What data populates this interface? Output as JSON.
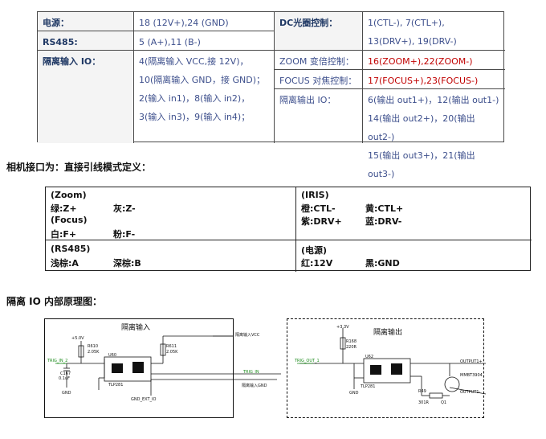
{
  "top_table": {
    "power_label": "电源：",
    "power_value": "18 (12V+),24 (GND)",
    "dc_iris_label": "DC光圈控制：",
    "dc_iris_value_1": "1(CTL-), 7(CTL+),",
    "dc_iris_value_2": "13(DRV+), 19(DRV-)",
    "rs485_label": "RS485:",
    "rs485_value": "5 (A+),11 (B-)",
    "zoom_label": "ZOOM 变倍控制：",
    "zoom_value": "16(ZOOM+),22(ZOOM-)",
    "iso_in_label": "隔离输入 IO：",
    "iso_in_lines": [
      "4(隔离输入 VCC,接 12V)，",
      "10(隔离输入 GND，接 GND)；",
      "2(输入 in1)，8(输入 in2)，",
      "3(输入 in3)，9(输入 in4)；"
    ],
    "focus_label": "FOCUS 对焦控制：",
    "focus_value": "17(FOCUS+),23(FOCUS-)",
    "iso_out_label": "隔离输出 IO：",
    "iso_out_lines": [
      "6(输出 out1+)，12(输出 out1-)",
      "14(输出 out2+)，20(输出 out2-)",
      "15(输出 out3+)，21(输出 out3-)"
    ]
  },
  "heading_camera": "相机接口为：直接引线模式定义：",
  "wire_table": {
    "zoom_title": "(Zoom)",
    "zoom_plus": "绿:Z+",
    "zoom_minus": "灰:Z-",
    "focus_title": "(Focus)",
    "focus_plus": "白:F+",
    "focus_minus": "粉:F-",
    "iris_title": "(IRIS)",
    "iris_ctl_minus": "橙:CTL-",
    "iris_ctl_plus": "黄:CTL+",
    "iris_drv_plus": "紫:DRV+",
    "iris_drv_minus": "蓝:DRV-",
    "rs485_title": "(RS485)",
    "rs485_a": "浅棕:A",
    "rs485_b": "深棕:B",
    "power_title": "(电源)",
    "power_12v": "红:12V",
    "power_gnd": "黑:GND"
  },
  "heading_schematic": "隔离 IO 内部原理图：",
  "schematic": {
    "left_title": "隔离输入",
    "right_title": "隔离输出",
    "left_vcc_label": "隔离输入VCC",
    "left_trig_label": "TRIG_IN",
    "left_gnd_label": "隔离输入GND",
    "left_gnd_ext": "GND_EXT_IO",
    "left_trig_in2": "TRIG_IN_2",
    "left_r_top": "R610",
    "left_r_top_val": "2.05K",
    "left_r_right": "R611",
    "left_r_right_val": "2.05K",
    "left_v": "+5.0V",
    "left_chip": "U60",
    "left_chip_part": "TLP281",
    "left_cap": "C167",
    "left_cap_val": "0.1uF",
    "gnd": "GND",
    "right_v": "+3.3V",
    "right_r_top": "R168",
    "right_r_top_val": "220R",
    "right_trig": "TRIG_OUT_1",
    "right_chip": "U62",
    "right_chip_part": "TLP281",
    "right_r_bottom": "R49",
    "right_r_bottom_val": "301R",
    "right_q": "Q1",
    "right_q_part": "MMBT3904",
    "right_out_plus": "OUTPUT1+",
    "right_out_minus": "OUTPUT1-"
  },
  "colors": {
    "header_text": "#1f3864",
    "value_text": "#3d4f8c",
    "highlight": "#c00000",
    "net_green": "#1a8a1a"
  }
}
